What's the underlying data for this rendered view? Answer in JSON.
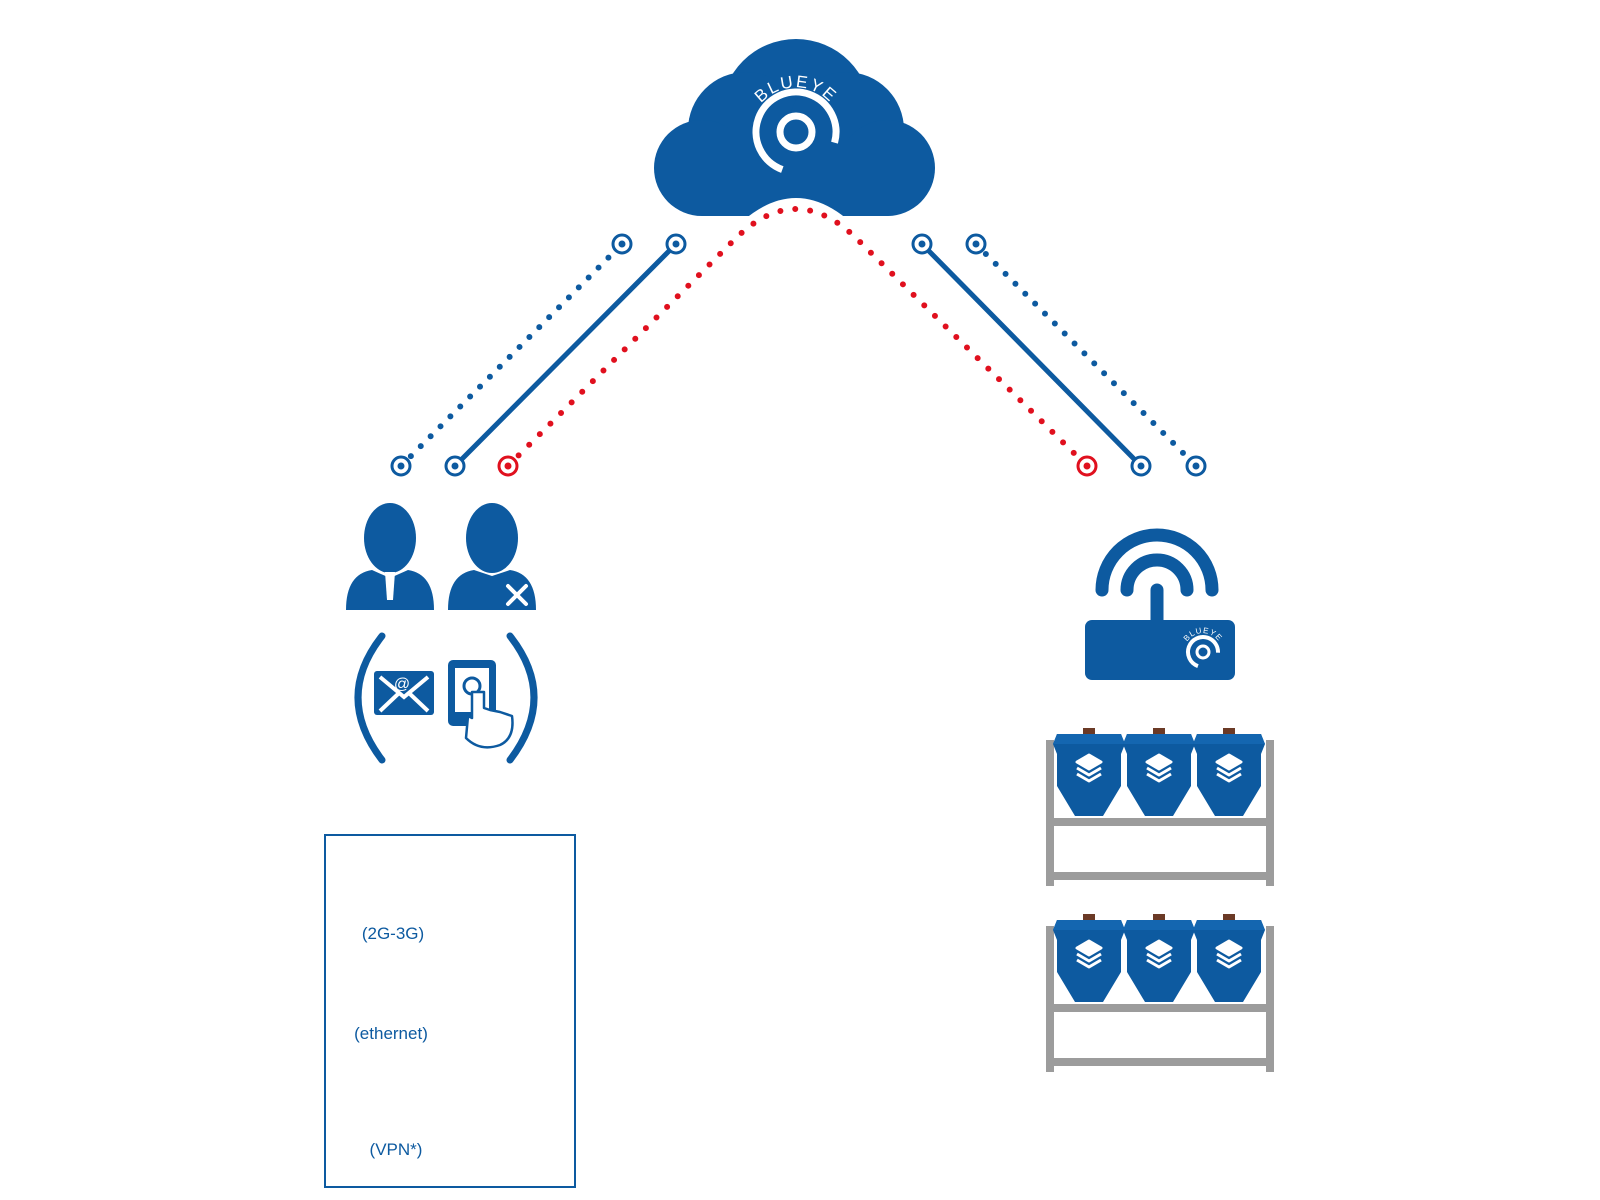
{
  "brand": {
    "name": "BLUEYE",
    "primary_color": "#0d5aa0",
    "vpn_color": "#e0101e",
    "rack_color": "#9c9c9c"
  },
  "nodes": {
    "cloud": {
      "icon": "cloud-icon",
      "label": "BLUEYE"
    },
    "users": [
      {
        "icon": "user-business-icon"
      },
      {
        "icon": "user-technician-icon"
      }
    ],
    "channels": [
      {
        "icon": "email-icon"
      },
      {
        "icon": "tablet-touch-icon"
      }
    ],
    "router": {
      "icon": "wifi-router-icon",
      "label": "BLUEYE"
    },
    "tanks": {
      "icon": "tank-icon",
      "rows": 2,
      "per_row": 3
    }
  },
  "connections": [
    {
      "side": "left",
      "type": "ethernet"
    },
    {
      "side": "left",
      "type": "2g-3g"
    },
    {
      "side": "left",
      "type": "vpn"
    },
    {
      "side": "right",
      "type": "vpn"
    },
    {
      "side": "right",
      "type": "2g-3g"
    },
    {
      "side": "right",
      "type": "ethernet"
    }
  ],
  "legend": {
    "items": [
      {
        "icon": "satellite-dish-icon",
        "label": "(2G-3G)",
        "line_style": "solid"
      },
      {
        "icon": "ethernet-port-icon",
        "label": "(ethernet)",
        "line_style": "dotted"
      },
      {
        "icon": "wifi-lock-icon",
        "label": "(VPN*)",
        "line_style": "dotted-red"
      }
    ]
  }
}
